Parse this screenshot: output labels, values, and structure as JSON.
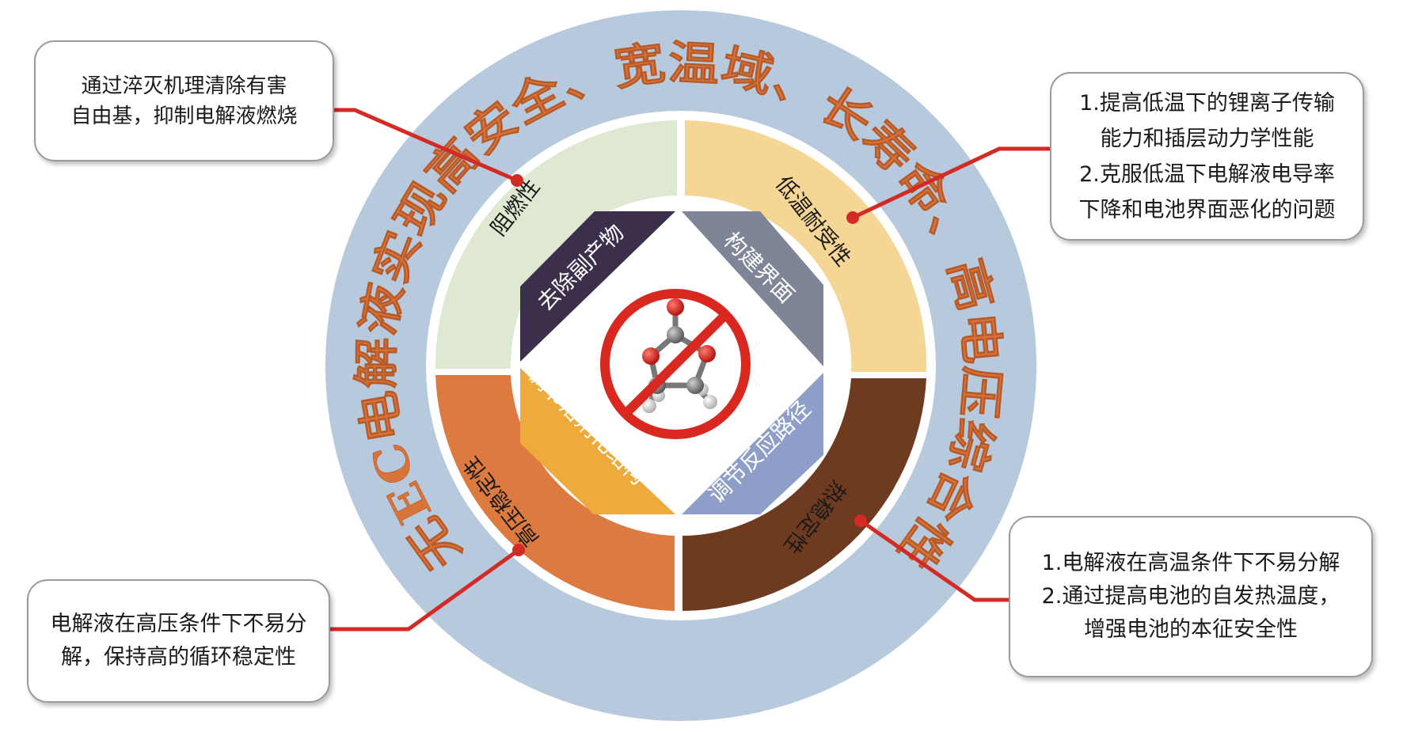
{
  "title_arc": "无EC电解液实现高安全、宽温域、长寿命、高电压综合性能",
  "ring": [
    {
      "label": "阻燃性",
      "color": "#dfe8d0"
    },
    {
      "label": "低温耐受性",
      "color": "#f5d695"
    },
    {
      "label": "高压稳定性",
      "color": "#dd7a3f"
    },
    {
      "label": "热稳定性",
      "color": "#6e3b21"
    }
  ],
  "strategies": [
    {
      "label": "去除副产物",
      "color": "#3b2f4c"
    },
    {
      "label": "构建界面",
      "color": "#7e8597"
    },
    {
      "label": "调节溶剂化结构",
      "color": "#eeab3b"
    },
    {
      "label": "调节反应路径",
      "color": "#8e9ec9"
    }
  ],
  "callouts": {
    "flame": [
      "通过淬灭机理清除有害",
      "自由基，抑制电解液燃烧"
    ],
    "low_temp": [
      "1.提高低温下的锂离子传输",
      "能力和插层动力学性能",
      "2.克服低温下电解液电导率",
      "下降和电池界面恶化的问题"
    ],
    "thermal": [
      "1.电解液在高温条件下不易分解",
      "2.通过提高电池的自发热温度，",
      "增强电池的本征安全性"
    ],
    "high_voltage": [
      "电解液在高压条件下不易分",
      "解，保持高的循环稳定性"
    ]
  },
  "colors": {
    "outer_ring": "#b6c9dd",
    "title": "#d8733a",
    "leader": "#d42a25",
    "ban": "#d8281f"
  }
}
